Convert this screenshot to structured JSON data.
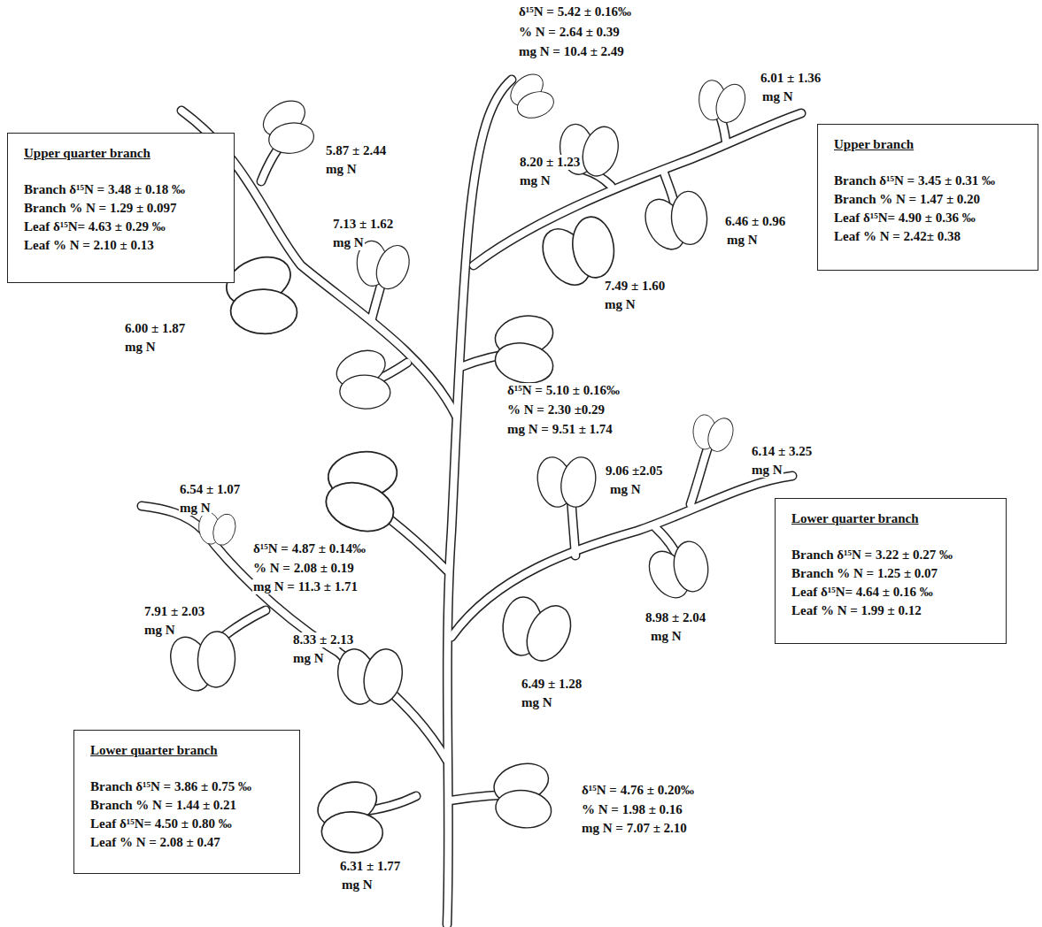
{
  "diagram": {
    "nodes": [
      {
        "text": [
          "Upper quarter branch",
          "Branch δ¹⁵N = 3.48 ± 0.18 ‰",
          "Branch % N = 1.29 ± 0.097",
          "Leaf δ¹⁵N= 4.63 ± 0.29 ‰",
          "Leaf % N = 2.10 ± 0.13"
        ]
      },
      {
        "text": [
          "Upper branch",
          "Branch δ¹⁵N = 3.45 ±  0.31 ‰",
          "Branch % N = 1.47 ± 0.20",
          "Leaf δ¹⁵N= 4.90 ± 0.36 ‰",
          "Leaf % N = 2.42± 0.38"
        ]
      },
      {
        "text": [
          "Lower quarter branch",
          "Branch δ¹⁵N = 3.22 ±  0.27 ‰",
          "Branch % N = 1.25 ± 0.07",
          "Leaf δ¹⁵N= 4.64 ± 0.16 ‰",
          "Leaf % N = 1.99 ± 0.12"
        ]
      },
      {
        "text": [
          "Lower quarter branch",
          "Branch δ¹⁵N = 3.86 ± 0.75 ‰",
          "Branch % N = 1.44 ± 0.21",
          "Leaf δ¹⁵N= 4.50 ± 0.80 ‰",
          "Leaf % N = 2.08 ± 0.47"
        ]
      }
    ],
    "labels": [
      "δ¹⁵N =  5.42 ± 0.16‰",
      "% N = 2.64 ± 0.39",
      "mg N = 10.4 ± 2.49",
      "6.01 ± 1.36",
      "mg N",
      "5.87 ± 2.44",
      "mg N",
      "8.20 ± 1.23",
      "mg N",
      "7.13 ± 1.62",
      "mg N",
      "6.46 ± 0.96",
      "mg N",
      "7.49 ± 1.60",
      "mg N",
      "6.00 ± 1.87",
      "mg N",
      "δ¹⁵N = 5.10 ± 0.16‰",
      "% N = 2.30 ±0.29",
      "mg N = 9.51 ± 1.74",
      "9.06 ±2.05",
      "mg N",
      "6.14 ± 3.25",
      "mg N",
      "6.54 ± 1.07",
      "mg N",
      "δ¹⁵N = 4.87 ± 0.14‰",
      "% N = 2.08 ± 0.19",
      "mg N = 11.3 ± 1.71",
      "7.91 ± 2.03",
      "mg N",
      "8.33 ± 2.13",
      "mg N",
      "8.98 ± 2.04",
      "mg N",
      "6.49 ± 1.28",
      "mg N",
      "δ¹⁵N = 4.76 ± 0.20‰",
      "% N = 1.98 ± 0.16",
      "mg N = 7.07 ± 2.10",
      "6.31 ± 1.77",
      "mg N"
    ]
  }
}
